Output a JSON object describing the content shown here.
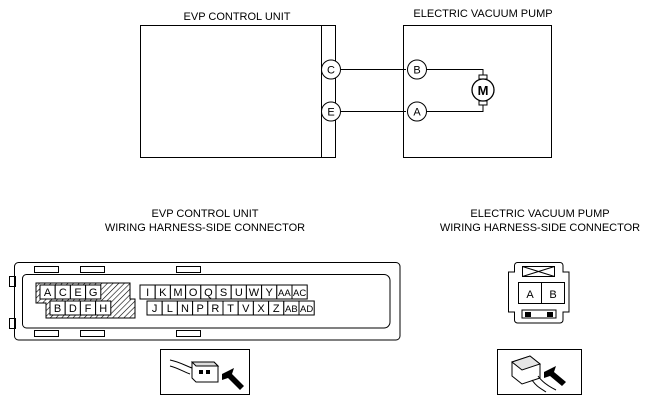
{
  "top": {
    "evp_unit_title": "EVP CONTROL UNIT",
    "pump_title": "ELECTRIC VACUUM PUMP",
    "unit_terminals": [
      "C",
      "E"
    ],
    "pump_terminals": [
      "B",
      "A"
    ],
    "motor_symbol": "M"
  },
  "bottom_left": {
    "title_line1": "EVP CONTROL UNIT",
    "title_line2": "WIRING HARNESS-SIDE CONNECTOR",
    "top_row": [
      "A",
      "C",
      "E",
      "G",
      "I",
      "K",
      "M",
      "O",
      "Q",
      "S",
      "U",
      "W",
      "Y",
      "AA",
      "AC"
    ],
    "bottom_row": [
      "B",
      "D",
      "F",
      "H",
      "J",
      "L",
      "N",
      "P",
      "R",
      "T",
      "V",
      "X",
      "Z",
      "AB",
      "AD"
    ],
    "thumbnail_icon": "connector-with-arrow-icon"
  },
  "bottom_right": {
    "title_line1": "ELECTRIC VACUUM PUMP",
    "title_line2": "WIRING HARNESS-SIDE CONNECTOR",
    "terminals": [
      "A",
      "B"
    ],
    "thumbnail_icon": "connector-with-arrow-icon"
  }
}
